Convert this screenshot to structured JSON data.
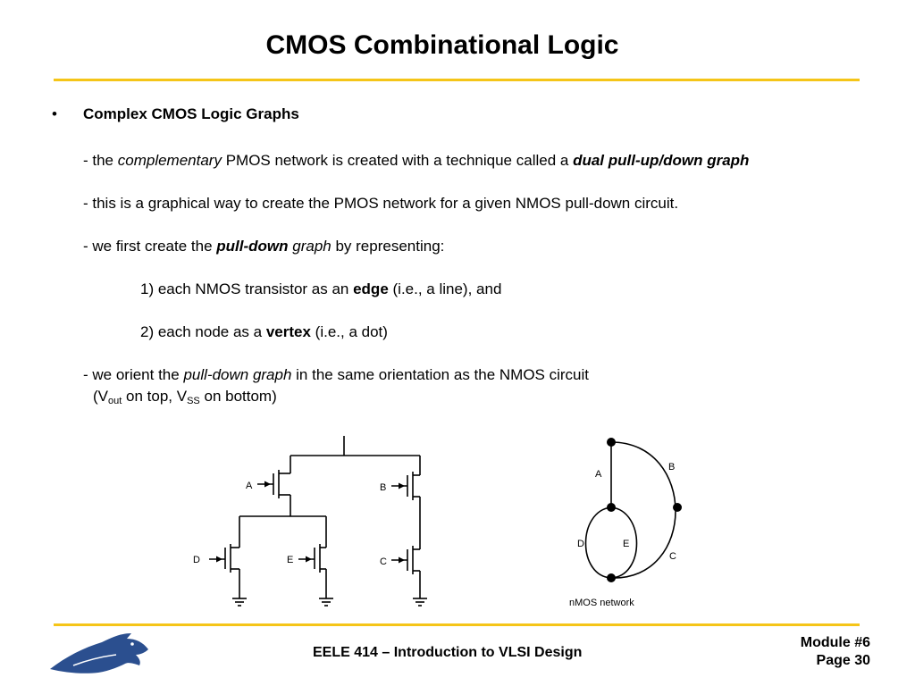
{
  "slide": {
    "title": "CMOS Combinational Logic",
    "bullet": "•",
    "heading": "Complex CMOS Logic Graphs",
    "line1": {
      "a": "- the ",
      "b": "complementary",
      "c": " PMOS network is created with a technique called a ",
      "d": "dual pull-up/down graph"
    },
    "line2": "- this is a graphical way to create the PMOS network for a given NMOS pull-down circuit.",
    "line3": {
      "a": "- we first create the ",
      "b": "pull-down",
      "c": " graph",
      "d": " by representing:"
    },
    "item1": {
      "a": "1) each NMOS transistor as an ",
      "b": "edge",
      "c": " (i.e., a line), and"
    },
    "item2": {
      "a": "2) each node as a ",
      "b": "vertex",
      "c": " (i.e., a dot)"
    },
    "line4": {
      "a": "- we orient the ",
      "b": "pull-down graph",
      "c": " in the same orientation as the NMOS circuit"
    },
    "line5": {
      "a": "(V",
      "b": "out",
      "c": " on top, V",
      "d": "SS",
      "e": " on bottom)"
    }
  },
  "circuit": {
    "labels": {
      "a": "A",
      "b": "B",
      "d": "D",
      "e": "E",
      "c": "C"
    }
  },
  "graph": {
    "edges": {
      "a": "A",
      "b": "B",
      "d": "D",
      "e": "E",
      "c": "C"
    },
    "caption": "nMOS network"
  },
  "footer": {
    "course": "EELE 414 – Introduction to VLSI Design",
    "module": "Module #6",
    "page": "Page 30"
  },
  "colors": {
    "rule": "#f5c518",
    "logo": "#2b4f8f"
  }
}
